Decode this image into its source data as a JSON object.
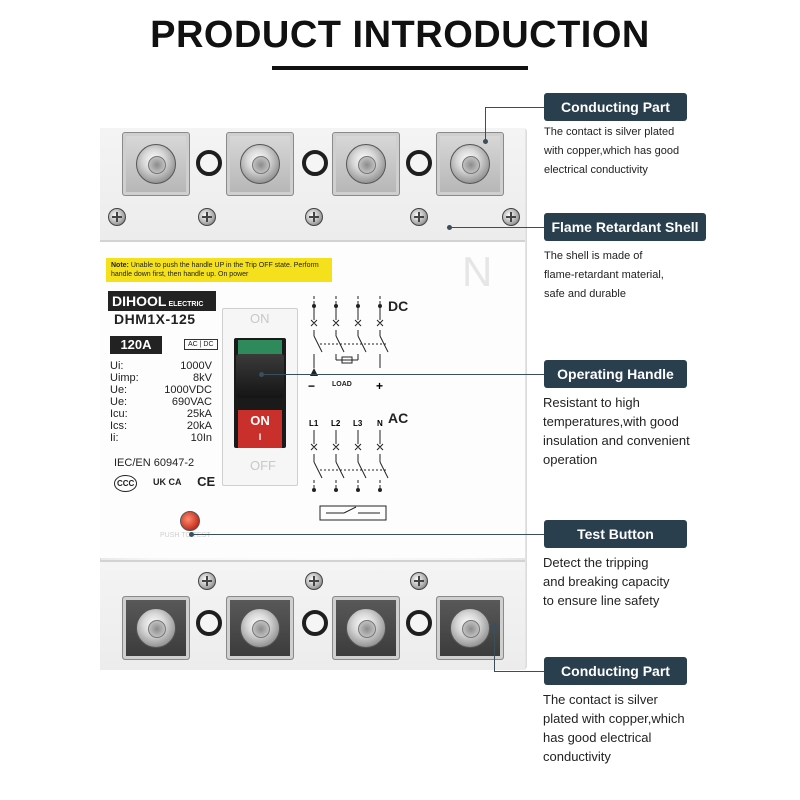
{
  "title": "PRODUCT INTRODUCTION",
  "breaker": {
    "note_prefix": "Note:",
    "note_text": "Unable to push the handle UP in the Trip OFF state. Perform handle down first, then handle up. On power",
    "brand": "DIHOOL",
    "brand_sub": "ELECTRIC",
    "model": "DHM1X-125",
    "rating": "120A",
    "acdc": "AC | DC",
    "specs": [
      {
        "k": "Ui:",
        "v": "1000V"
      },
      {
        "k": "Uimp:",
        "v": "8kV"
      },
      {
        "k": "Ue:",
        "v": "1000VDC"
      },
      {
        "k": "Ue:",
        "v": "690VAC"
      },
      {
        "k": "Icu:",
        "v": "25kA"
      },
      {
        "k": "Ics:",
        "v": "20kA"
      },
      {
        "k": "Ii:",
        "v": "10In"
      }
    ],
    "standard": "IEC/EN 60947-2",
    "cert_ccc": "CCC",
    "cert_ukca": "UK CA",
    "cert_ce": "CE",
    "handle_on": "ON",
    "handle_off": "OFF",
    "handle_on_red": "ON",
    "handle_red_symbol": "I",
    "dc_label": "DC",
    "ac_label": "AC",
    "load_label": "LOAD",
    "minus": "−",
    "plus": "+",
    "poles": [
      "L1",
      "L2",
      "L3",
      "N"
    ],
    "n_mark": "N",
    "test_label": "PUSH TO TEST"
  },
  "callouts": [
    {
      "title": "Conducting Part",
      "desc": [
        "The contact is silver plated",
        "with copper,which has good",
        "electrical conductivity"
      ]
    },
    {
      "title": "Flame Retardant Shell",
      "desc": [
        "The shell is made of",
        "flame-retardant material,",
        "safe and durable"
      ]
    },
    {
      "title": "Operating Handle",
      "desc": [
        "Resistant to high",
        "temperatures,with good",
        "insulation and convenient",
        "operation"
      ]
    },
    {
      "title": "Test Button",
      "desc": [
        "Detect the tripping",
        "and breaking capacity",
        "to ensure line safety"
      ]
    },
    {
      "title": "Conducting Part",
      "desc": [
        "The contact is silver",
        "plated with copper,which",
        "has good electrical",
        "conductivity"
      ]
    }
  ]
}
